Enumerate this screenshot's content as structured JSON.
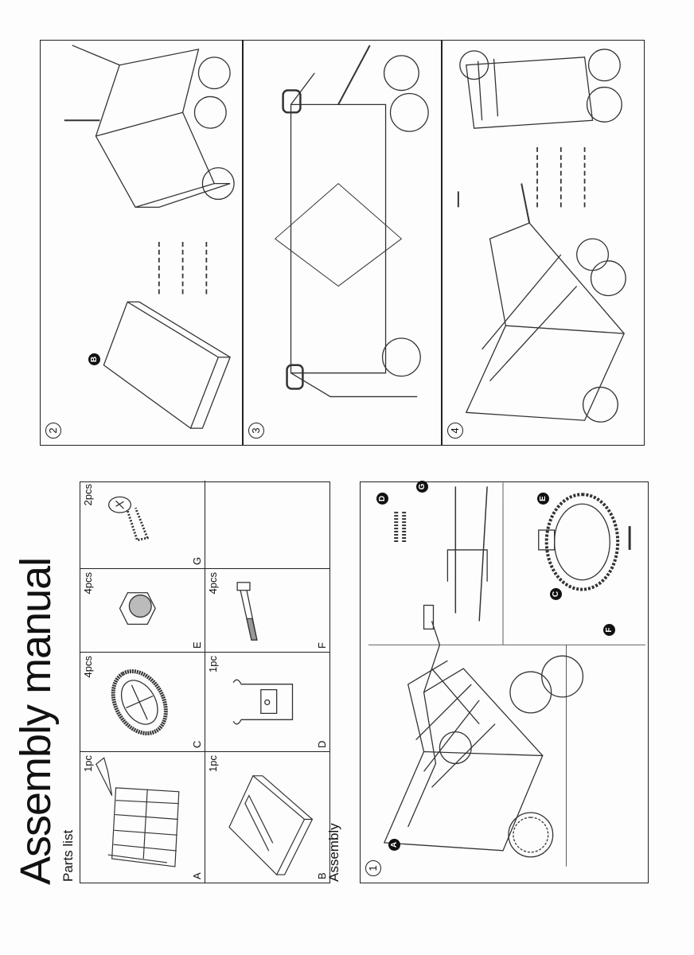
{
  "title": "Assembly manual",
  "parts_list": {
    "label": "Parts list",
    "parts": [
      {
        "letter": "A",
        "qty": "1pc"
      },
      {
        "letter": "C",
        "qty": "4pcs"
      },
      {
        "letter": "E",
        "qty": "4pcs"
      },
      {
        "letter": "G",
        "qty": "2pcs"
      },
      {
        "letter": "B",
        "qty": "1pc"
      },
      {
        "letter": "D",
        "qty": "1pc"
      },
      {
        "letter": "F",
        "qty": "4pcs"
      }
    ]
  },
  "assembly": {
    "label": "Assembly",
    "steps": [
      {
        "number": "1",
        "callouts": [
          "A",
          "C",
          "D",
          "E",
          "F",
          "G"
        ]
      },
      {
        "number": "2",
        "callouts": [
          "B"
        ]
      },
      {
        "number": "3"
      },
      {
        "number": "4"
      }
    ]
  }
}
